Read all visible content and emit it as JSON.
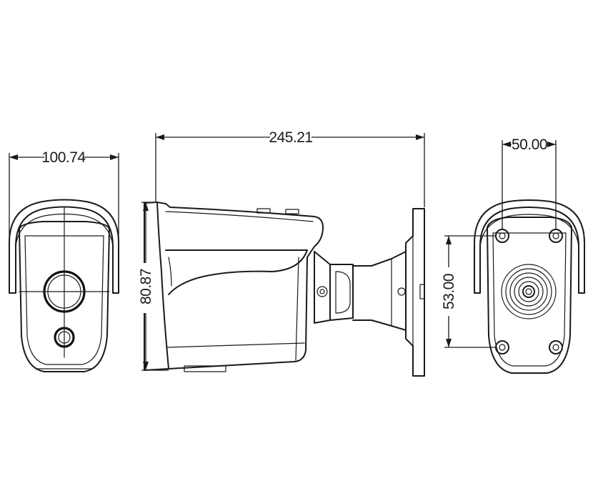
{
  "dimensions": {
    "front_width": "100.74",
    "overall_length": "245.21",
    "height": "80.87",
    "mount_hole_horizontal": "50.00",
    "mount_hole_vertical": "53.00"
  },
  "colors": {
    "line": "#1a1a1a",
    "background": "#ffffff"
  }
}
